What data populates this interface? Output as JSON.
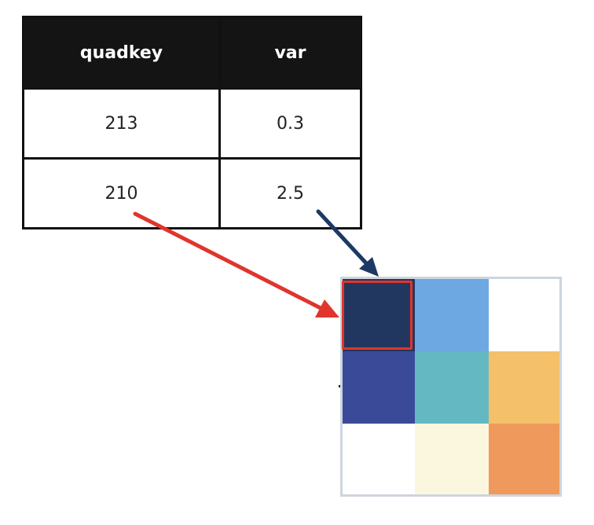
{
  "table": {
    "headers": [
      "quadkey",
      "var"
    ],
    "rows": [
      {
        "quadkey": "213",
        "var": "0.3"
      },
      {
        "quadkey": "210",
        "var": "2.5"
      }
    ]
  },
  "grid": {
    "cells": [
      {
        "color": "#22375f"
      },
      {
        "color": "#6ea8e3"
      },
      {
        "color": "#ffffff"
      },
      {
        "color": "#3b4a98"
      },
      {
        "color": "#63b8c2"
      },
      {
        "color": "#f4c06a"
      },
      {
        "color": "#ffffff"
      },
      {
        "color": "#fbf7df"
      },
      {
        "color": "#ef9a5c"
      }
    ],
    "highlighted_cell": 0
  },
  "colors": {
    "highlight": "#e0352c",
    "red_arrow": "#e0352c",
    "blue_arrow": "#1d3a64",
    "header_background": "#141414"
  }
}
